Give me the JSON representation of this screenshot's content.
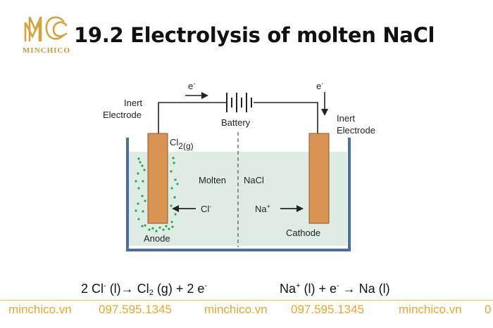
{
  "logo": {
    "text": "MINCHICO",
    "color": "#c8993a"
  },
  "title": "19.2 Electrolysis of molten NaCl",
  "diagram": {
    "electron_left": "e",
    "electron_right": "e",
    "electron_sup": "-",
    "battery": "Battery",
    "inert_electrode_left": [
      "Inert",
      "Electrode"
    ],
    "inert_electrode_right": [
      "Inert",
      "Electrode"
    ],
    "cl2": "Cl",
    "cl2_sub": "2(g)",
    "molten": "Molten",
    "nacl": "NaCl",
    "cl_ion": "Cl",
    "cl_ion_sup": "-",
    "na_ion": "Na",
    "na_ion_sup": "+",
    "anode": "Anode",
    "cathode": "Cathode",
    "colors": {
      "electrolyte": "#dfece4",
      "electrode": "#d99352",
      "container": "#4a6f9c",
      "bubbles": "#2aa55a"
    }
  },
  "equations": {
    "anode": {
      "p1": "2 Cl",
      "s1": "-",
      "p2": " (l)→ Cl",
      "sub1": "2",
      "p3": " (g) + 2 e",
      "s2": "-"
    },
    "cathode": {
      "p1": "Na",
      "s1": "+",
      "p2": " (l) + e",
      "s2": "-",
      "p3": " → Na (l)"
    }
  },
  "footer": [
    "minchico.vn",
    "097.595.1345",
    "minchico.vn",
    "097.595.1345",
    "minchico.vn",
    "0"
  ]
}
